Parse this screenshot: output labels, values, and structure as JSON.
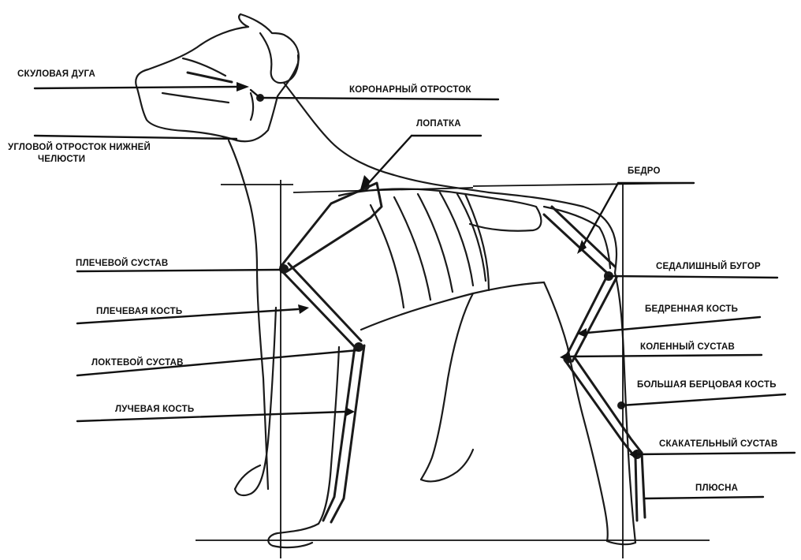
{
  "labels": {
    "zygomatic_arch": "СКУЛОВАЯ ДУГА",
    "coronoid_process": "КОРОНАРНЫЙ ОТРОСТОК",
    "scapula": "ЛОПАТКА",
    "angular_process_line1": "УГЛОВОЙ ОТРОСТОК НИЖНЕЙ",
    "angular_process_line2": "ЧЕЛЮСТИ",
    "femur_region": "БЕДРО",
    "shoulder_joint": "ПЛЕЧЕВОЙ СУСТАВ",
    "ischial_tuberosity": "СЕДАЛИШНЫЙ БУГОР",
    "humerus": "ПЛЕЧЕВАЯ КОСТЬ",
    "femur_bone": "БЕДРЕННАЯ КОСТЬ",
    "knee_joint": "КОЛЕННЫЙ СУСТАВ",
    "elbow_joint": "ЛОКТЕВОЙ СУСТАВ",
    "tibia": "БОЛЬШАЯ БЕРЦОВАЯ КОСТЬ",
    "radius": "ЛУЧЕВАЯ КОСТЬ",
    "hock_joint": "СКАКАТЕЛЬНЫЙ СУСТАВ",
    "metatarsus": "ПЛЮСНА"
  },
  "colors": {
    "ink": "#1a1a1a",
    "background": "#ffffff"
  }
}
